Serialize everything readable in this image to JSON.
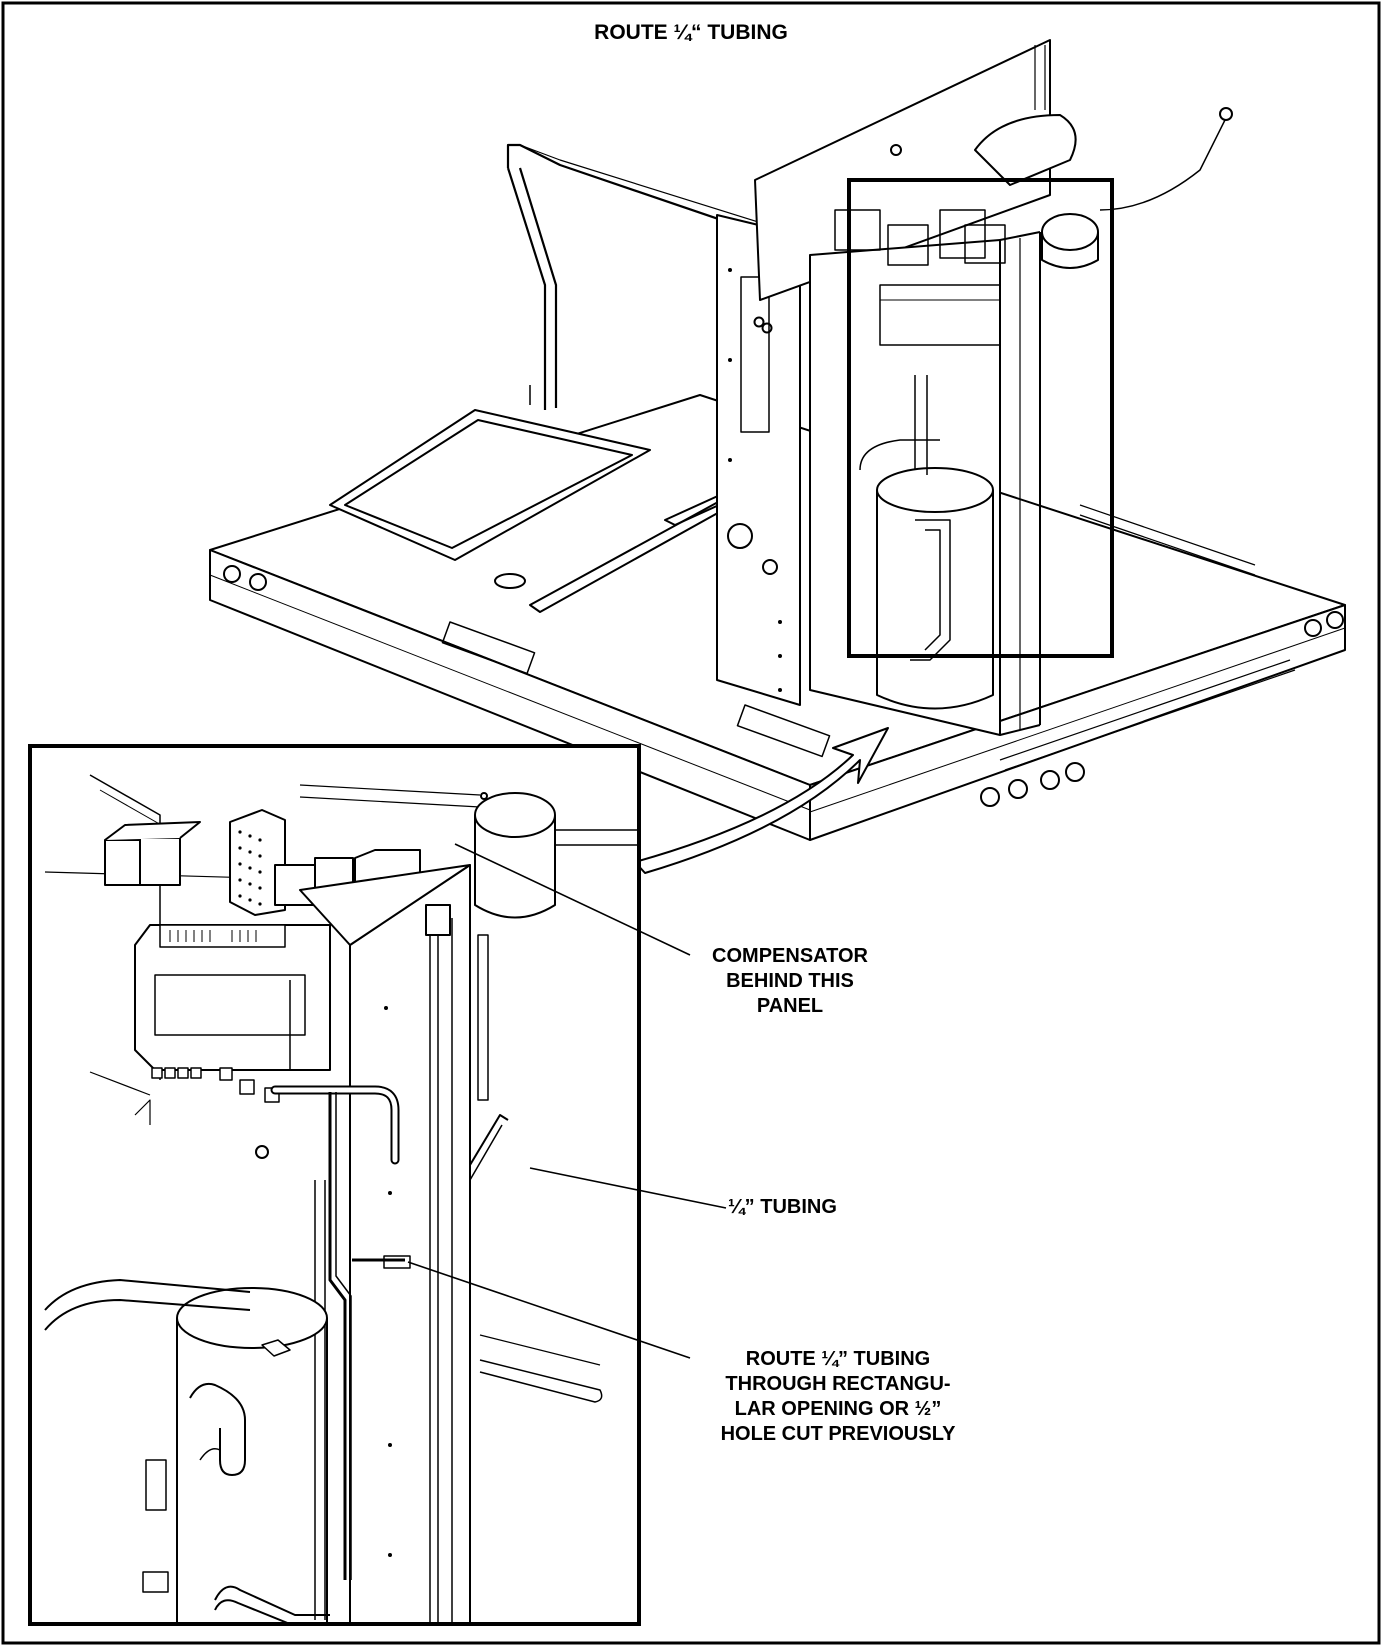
{
  "figure": {
    "title": "ROUTE ¼“ TUBING",
    "callouts": {
      "compensator": [
        "COMPENSATOR",
        "BEHIND THIS",
        "PANEL"
      ],
      "tubing": "¼” TUBING",
      "route": [
        "ROUTE ¼” TUBING",
        "THROUGH RECTANGU-",
        "LAR OPENING OR ½”",
        "HOLE CUT PREVIOUSLY"
      ]
    }
  }
}
